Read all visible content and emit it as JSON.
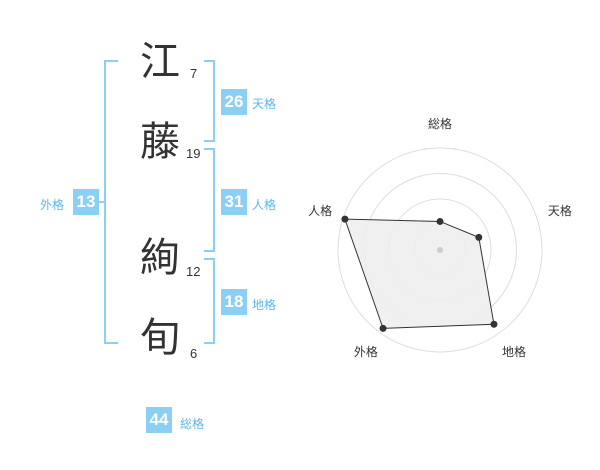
{
  "name": {
    "chars": [
      {
        "char": "江",
        "strokes": "7"
      },
      {
        "char": "藤",
        "strokes": "19"
      },
      {
        "char": "絢",
        "strokes": "12"
      },
      {
        "char": "旬",
        "strokes": "6"
      }
    ]
  },
  "kaku": {
    "tenkaku": {
      "value": "26",
      "label": "天格"
    },
    "jinkaku": {
      "value": "31",
      "label": "人格"
    },
    "chikaku": {
      "value": "18",
      "label": "地格"
    },
    "gaikaku": {
      "value": "13",
      "label": "外格"
    },
    "soukaku": {
      "value": "44",
      "label": "総格"
    }
  },
  "radar": {
    "axes": [
      "総格",
      "天格",
      "地格",
      "外格",
      "人格"
    ],
    "values": [
      0.28,
      0.4,
      0.9,
      0.95,
      0.98
    ],
    "rings": 4,
    "fill_color": "#eeeeee",
    "line_color": "#333333",
    "ring_color": "#dddddd"
  },
  "colors": {
    "accent": "#8ccff5",
    "accent_text": "#5cb6ea"
  }
}
